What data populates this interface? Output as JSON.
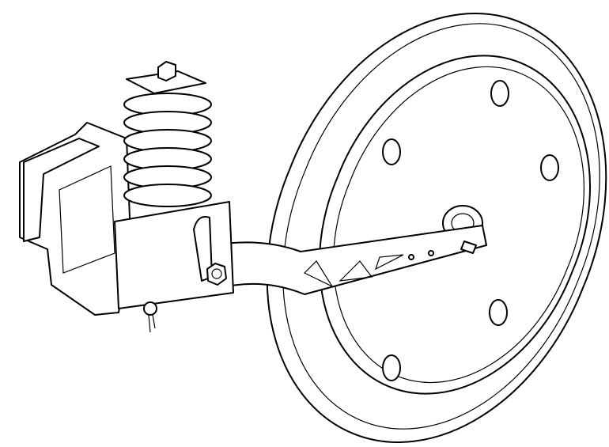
{
  "drawing": {
    "line_color": "#000000",
    "background": "#ffffff",
    "parts": [
      "mounting-bracket",
      "coil-spring",
      "pivot-arm",
      "gauge-wheel",
      "hub",
      "cotter-pin",
      "bolt"
    ]
  }
}
